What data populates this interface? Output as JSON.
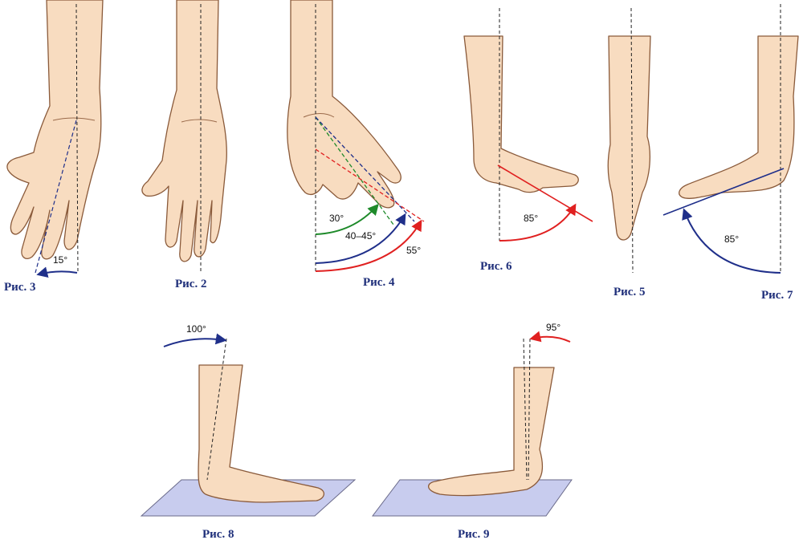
{
  "colors": {
    "skin": "#f8dcc0",
    "outline": "#8a5a3a",
    "navy": "#1f2f8a",
    "red": "#e02020",
    "green": "#1e8a2a",
    "mat": "#c8ccee",
    "label": "#1f2f7a"
  },
  "figures": [
    {
      "id": "fig3",
      "label": "Рис. 3",
      "angle": "15°"
    },
    {
      "id": "fig2",
      "label": "Рис. 2"
    },
    {
      "id": "fig4",
      "label": "Рис. 4",
      "angles": [
        "30°",
        "40–45°",
        "55°"
      ]
    },
    {
      "id": "fig6",
      "label": "Рис. 6",
      "angle": "85°"
    },
    {
      "id": "fig5",
      "label": "Рис. 5"
    },
    {
      "id": "fig7",
      "label": "Рис. 7",
      "angle": "85°"
    },
    {
      "id": "fig8",
      "label": "Рис. 8",
      "angle": "100°"
    },
    {
      "id": "fig9",
      "label": "Рис. 9",
      "angle": "95°"
    }
  ]
}
